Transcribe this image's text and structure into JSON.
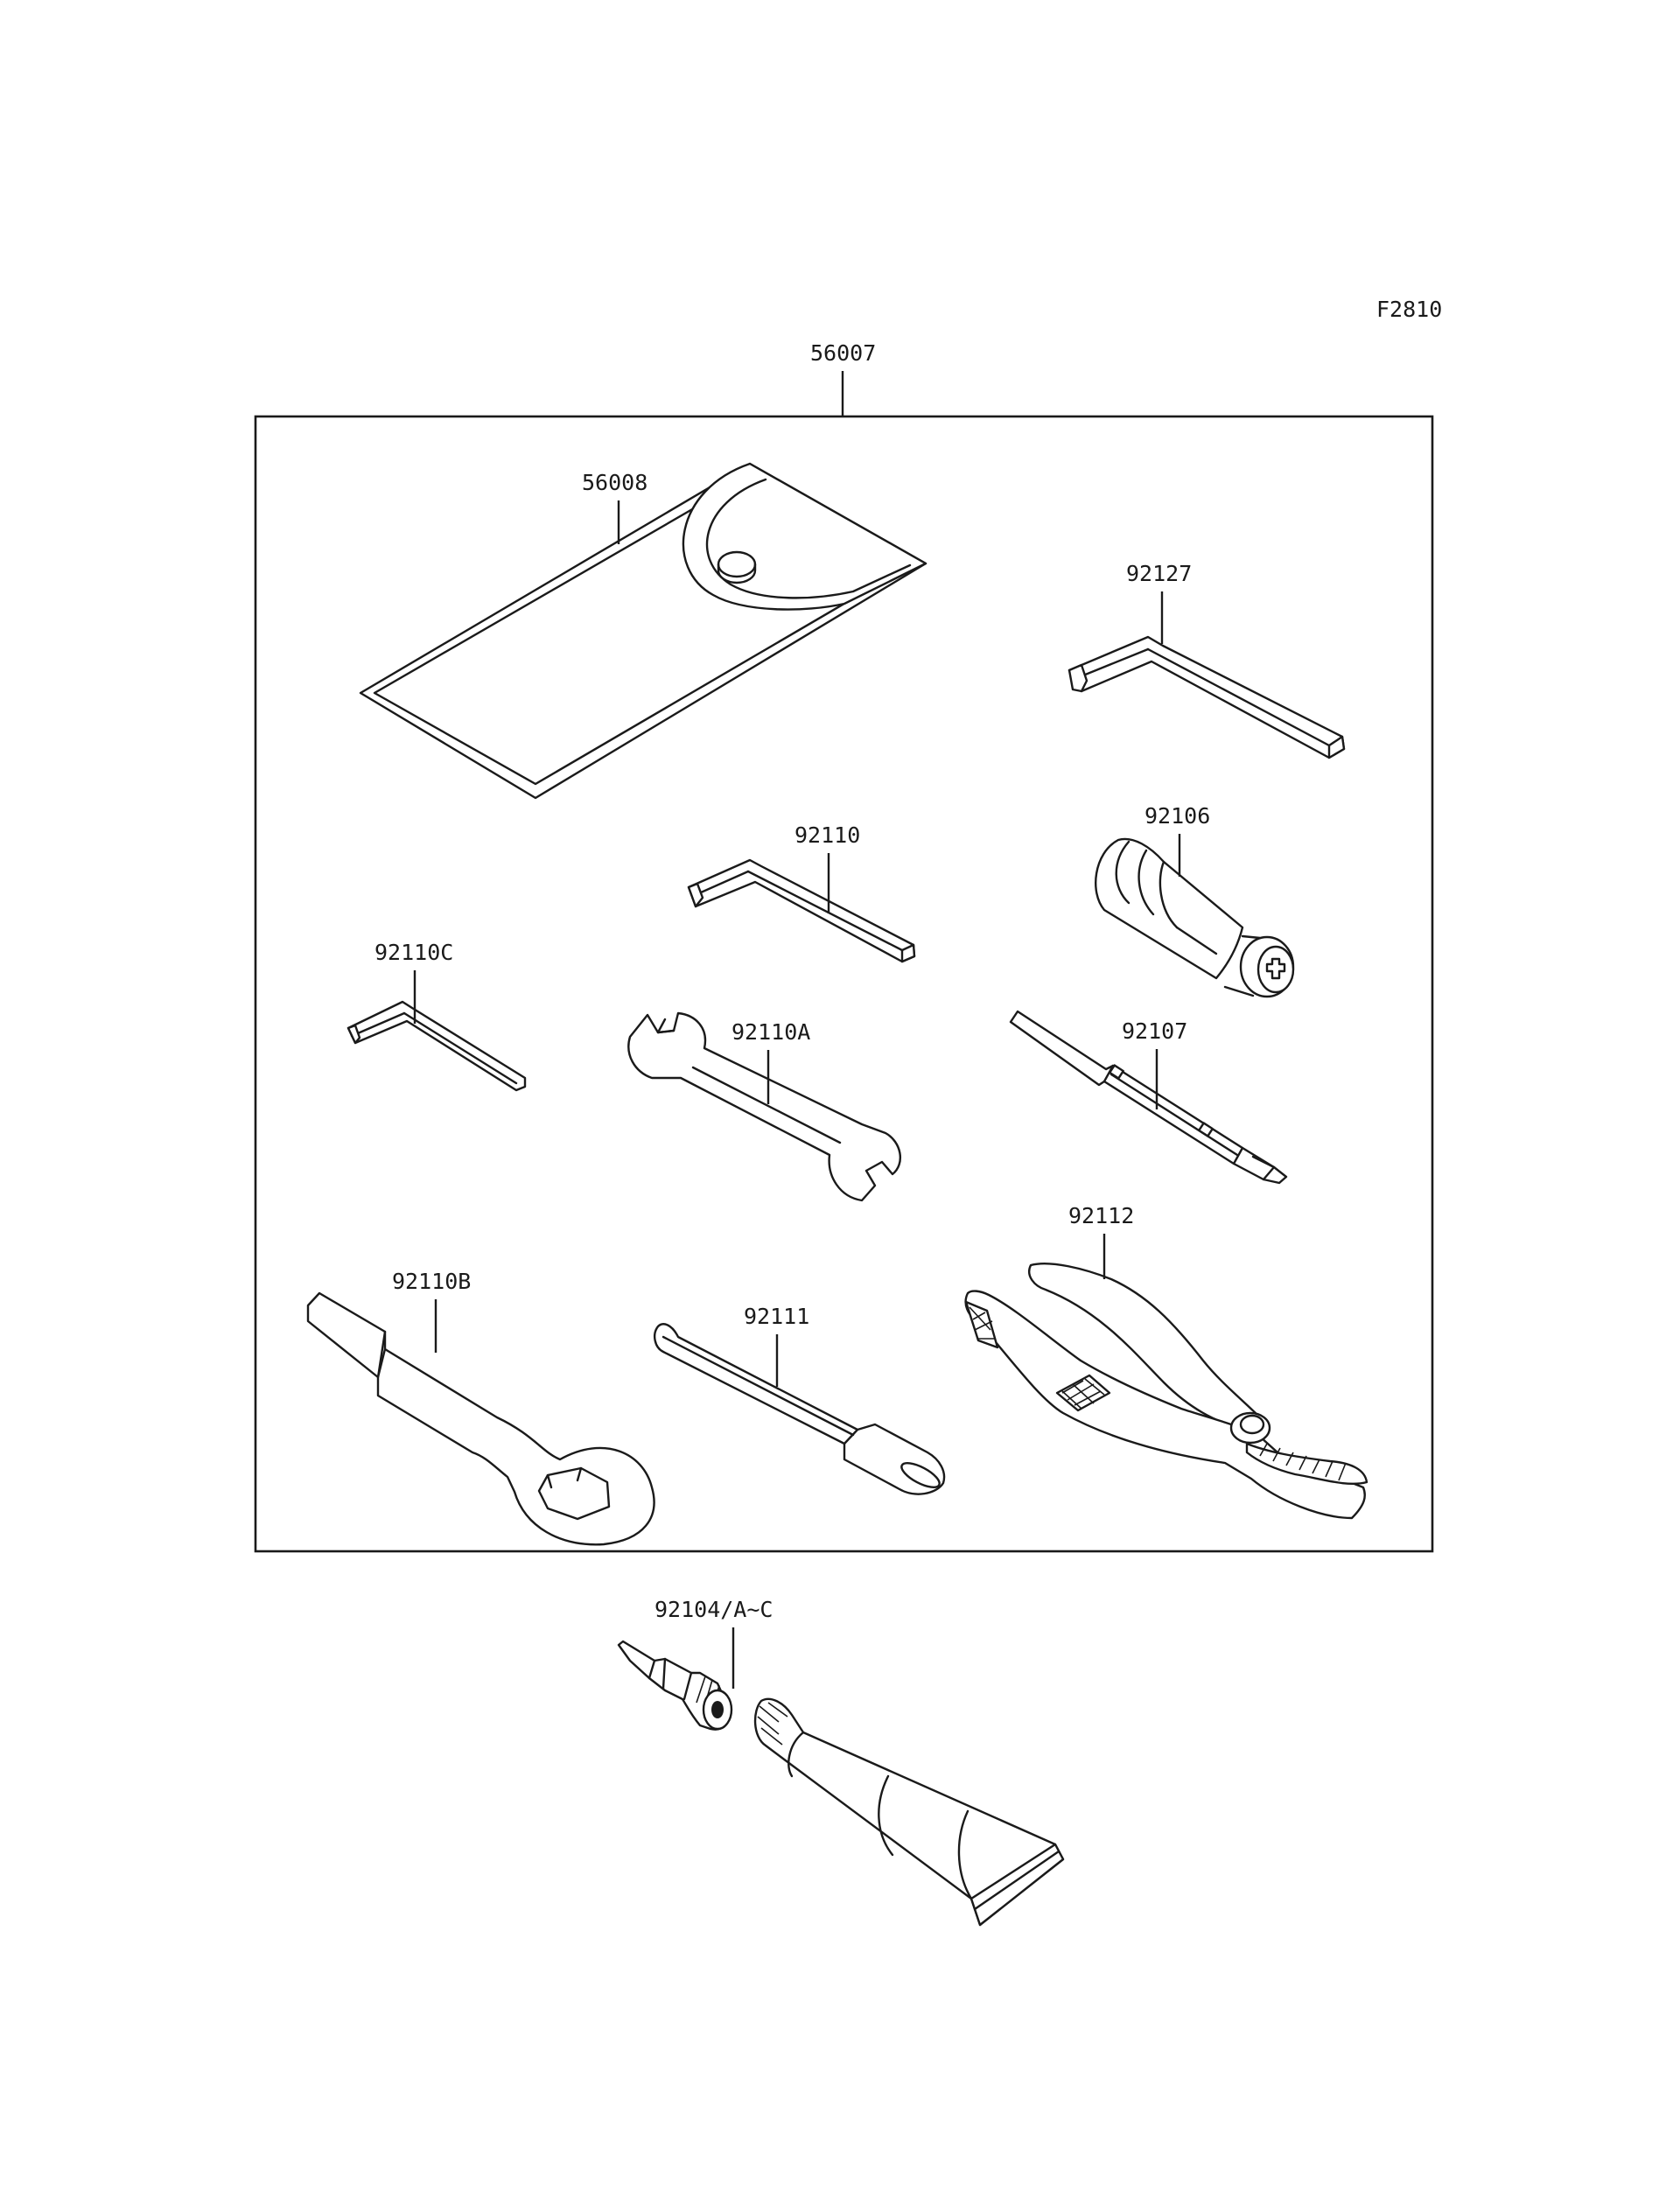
{
  "figure_code": "F2810",
  "kit": {
    "part_no": "56007"
  },
  "parts": {
    "case": "56008",
    "hex_wrench_large": "92127",
    "hex_wrench_medium": "92110",
    "hex_wrench_small": "92110C",
    "screwdriver_handle": "92106",
    "open_end_wrench": "92110A",
    "screwdriver_bit": "92107",
    "ring_wrench": "92110B",
    "extension_bar": "92111",
    "pliers": "92112",
    "tire_repair_kit": "92104/A~C"
  }
}
